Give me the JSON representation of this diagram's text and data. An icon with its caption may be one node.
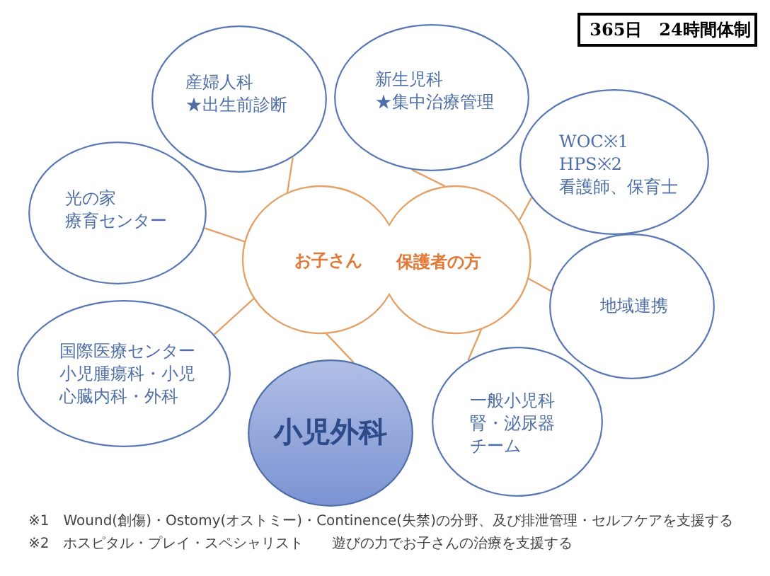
{
  "diagram": {
    "nodes": [
      {
        "text": [
          "365日　24時間体制"
        ]
      },
      {
        "text": [
          "お子さん",
          "保護者の方"
        ]
      },
      {
        "text": [
          "産婦人科",
          "★出生前診断"
        ]
      },
      {
        "text": [
          "新生児科",
          "★集中治療管理"
        ]
      },
      {
        "text": [
          "WOC※1",
          "HPS※2",
          "看護師、保育士"
        ]
      },
      {
        "text": [
          "光の家",
          "療育センター"
        ]
      },
      {
        "text": [
          "地域連携"
        ]
      },
      {
        "text": [
          "国際医療センター",
          "小児腫瘍科・小児",
          "心臓内科・外科"
        ]
      },
      {
        "text": [
          "小児外科"
        ]
      },
      {
        "text": [
          "一般小児科",
          "腎・泌尿器",
          "チーム"
        ]
      }
    ],
    "edges": [
      {
        "from": 1,
        "to": 2,
        "arrow": "none"
      },
      {
        "from": 1,
        "to": 3,
        "arrow": "none"
      },
      {
        "from": 1,
        "to": 4,
        "arrow": "none"
      },
      {
        "from": 1,
        "to": 5,
        "arrow": "none"
      },
      {
        "from": 1,
        "to": 6,
        "arrow": "none"
      },
      {
        "from": 1,
        "to": 7,
        "arrow": "none"
      },
      {
        "from": 1,
        "to": 8,
        "arrow": "none"
      },
      {
        "from": 1,
        "to": 9,
        "arrow": "none"
      }
    ],
    "labels": [
      "※1　Wound(創傷)・Ostomy(オストミー)・Continence(失禁)の分野、及び排泄管理・セルフケアを支援する",
      "※2　ホスピタル・プレイ・スペシャリスト　　遊びの力でお子さんの治療を支援する"
    ]
  }
}
